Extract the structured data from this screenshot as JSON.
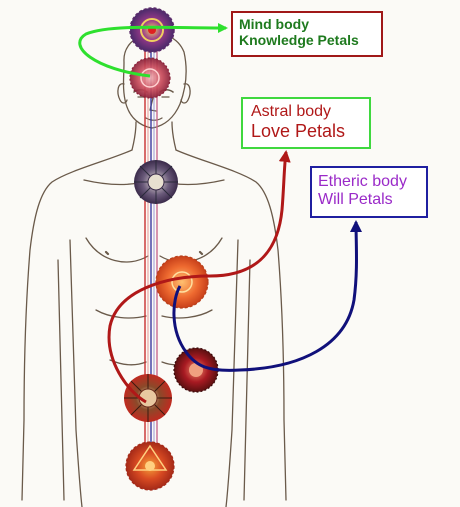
{
  "labels": {
    "mind": {
      "line1": "Mind body",
      "line2": "Knowledge Petals",
      "text_color": "#1e7a1e",
      "border_color": "#a01818"
    },
    "astral": {
      "line1": "Astral body",
      "line2": "Love Petals",
      "text_color": "#b01818",
      "border_color": "#3fd83f"
    },
    "etheric": {
      "line1": "Etheric body",
      "line2": "Will Petals",
      "text_color": "#9a2ac8",
      "border_color": "#1f1fa0"
    }
  },
  "arrow_colors": {
    "mind": "#2ee02e",
    "astral": "#b01818",
    "etheric": "#10107a"
  },
  "chakra_count": 7
}
